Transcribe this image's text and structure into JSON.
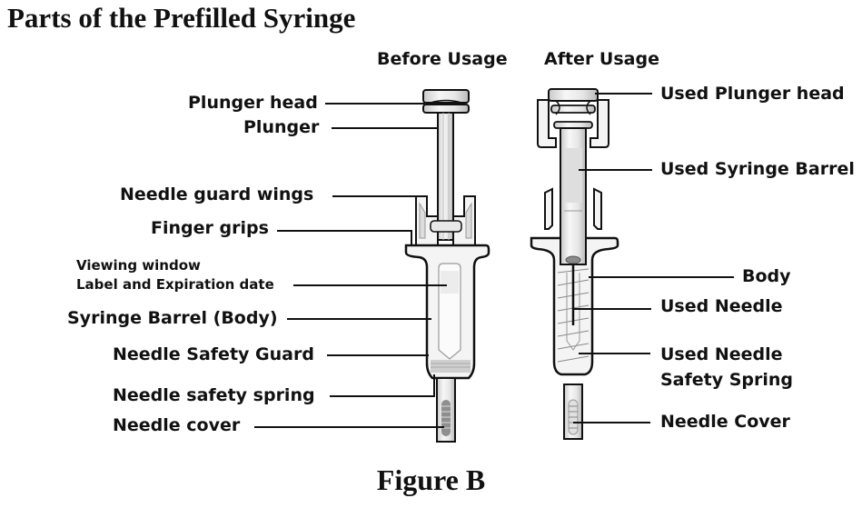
{
  "title": "Parts of the Prefilled Syringe",
  "figure_caption": "Figure B",
  "columns": {
    "before": "Before Usage",
    "after": "After Usage"
  },
  "before_labels": [
    {
      "id": "plunger-head",
      "text": "Plunger head"
    },
    {
      "id": "plunger",
      "text": "Plunger"
    },
    {
      "id": "needle-guard-wings",
      "text": "Needle guard wings"
    },
    {
      "id": "finger-grips",
      "text": "Finger grips"
    },
    {
      "id": "viewing-window",
      "text": "Viewing window"
    },
    {
      "id": "label-expiration",
      "text": "Label and Expiration date"
    },
    {
      "id": "syringe-barrel-body",
      "text": "Syringe Barrel (Body)"
    },
    {
      "id": "needle-safety-guard",
      "text": "Needle Safety Guard"
    },
    {
      "id": "needle-safety-spring",
      "text": "Needle safety spring"
    },
    {
      "id": "needle-cover",
      "text": "Needle cover"
    }
  ],
  "after_labels": [
    {
      "id": "used-plunger-head",
      "text": "Used Plunger head"
    },
    {
      "id": "used-syringe-barrel",
      "text": "Used Syringe Barrel"
    },
    {
      "id": "body",
      "text": "Body"
    },
    {
      "id": "used-needle",
      "text": "Used Needle"
    },
    {
      "id": "used-needle-safety-spring-1",
      "text": "Used Needle"
    },
    {
      "id": "used-needle-safety-spring-2",
      "text": "Safety Spring"
    },
    {
      "id": "needle-cover-after",
      "text": "Needle Cover"
    }
  ],
  "colors": {
    "ink": "#111111",
    "body_fill": "#f2f2f2",
    "shade": "#d4d4d4",
    "dark_shade": "#8a8a8a"
  }
}
